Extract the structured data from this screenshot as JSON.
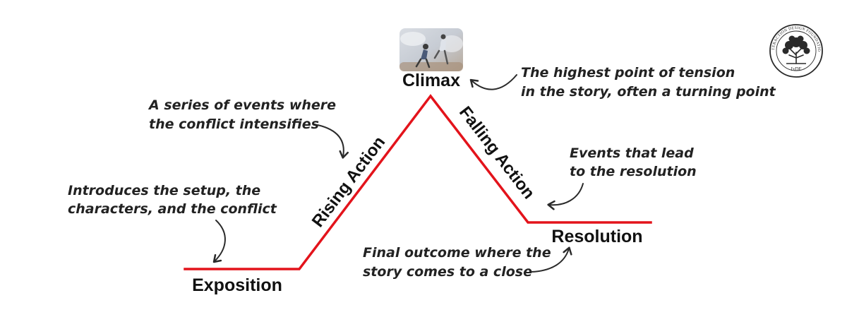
{
  "stages": {
    "exposition": "Exposition",
    "rising_action": "Rising Action",
    "climax": "Climax",
    "falling_action": "Falling Action",
    "resolution": "Resolution"
  },
  "annotations": {
    "climax": [
      "The highest point of tension",
      "in the story, often a turning point"
    ],
    "rising_action": [
      "A series of events where",
      "the conflict intensifies"
    ],
    "falling_action": [
      "Events that lead",
      "to the resolution"
    ],
    "exposition": [
      "Introduces the setup, the",
      "characters, and the conflict"
    ],
    "resolution": [
      "Final outcome where the",
      "story comes to a close"
    ]
  },
  "logo": {
    "name": "IxDF",
    "ring_text": "INTERACTION DESIGN FOUNDATION"
  },
  "colors": {
    "arc_line": "#e3131b",
    "text": "#111111",
    "arrow": "#2a2a2a"
  }
}
